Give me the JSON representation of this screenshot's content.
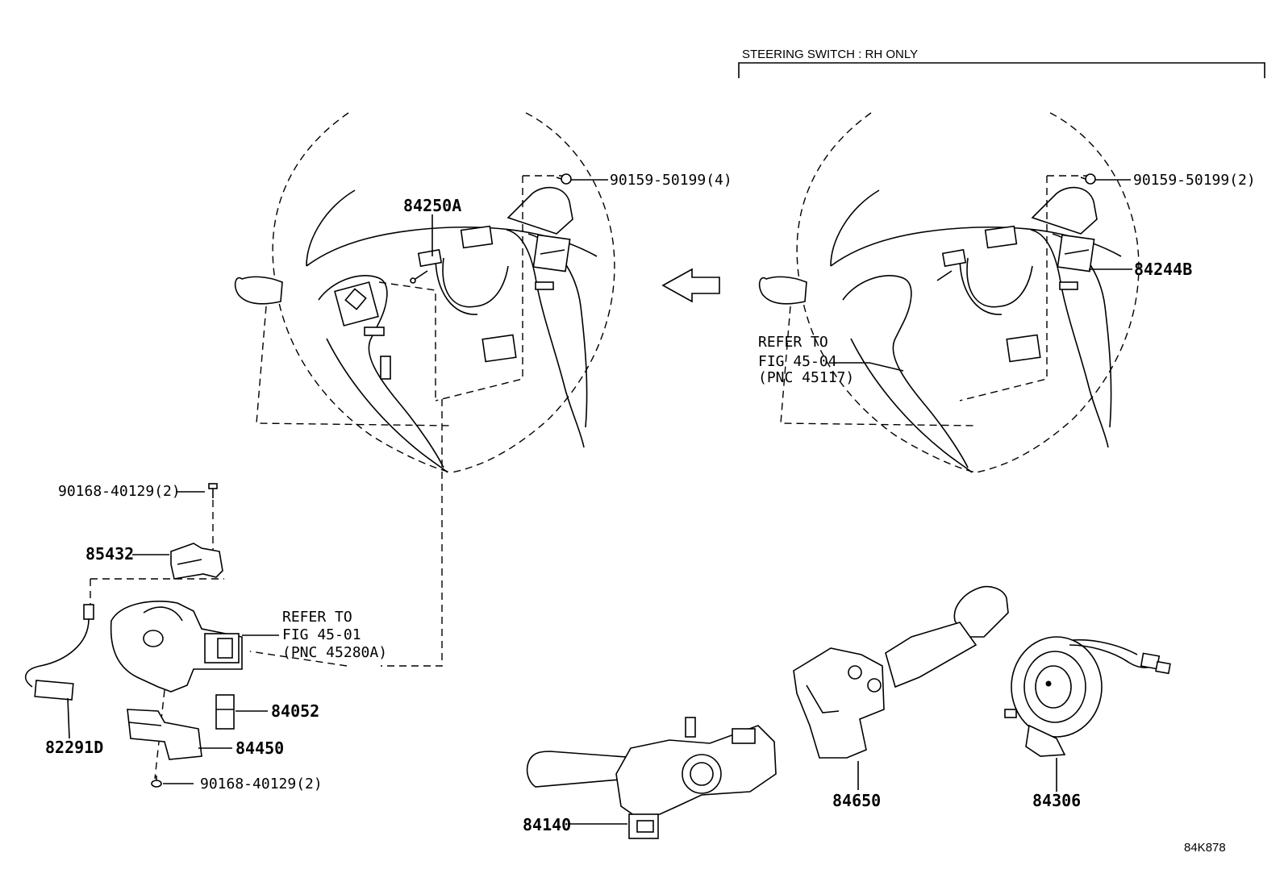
{
  "header": {
    "section_label": "STEERING SWITCH : RH ONLY"
  },
  "callouts": {
    "screw_left_wheel": "90159-50199(4)",
    "screw_right_wheel": "90159-50199(2)",
    "switch_left": "84250A",
    "switch_right": "84244B",
    "refer_fig_45_04": [
      "REFER TO",
      "FIG 45-04",
      "(PNC 45117)"
    ],
    "screw_top": "90168-40129(2)",
    "bracket": "85432",
    "refer_fig_45_01": [
      "REFER TO",
      "FIG 45-01",
      "(PNC 45280A)"
    ],
    "switch_small": "84052",
    "harness": "82291D",
    "lower_bracket": "84450",
    "screw_bottom": "90168-40129(2)",
    "combination_switch_left": "84140",
    "combination_switch_right": "84650",
    "spiral_cable": "84306"
  },
  "footer": {
    "figure_code": "84K878"
  }
}
